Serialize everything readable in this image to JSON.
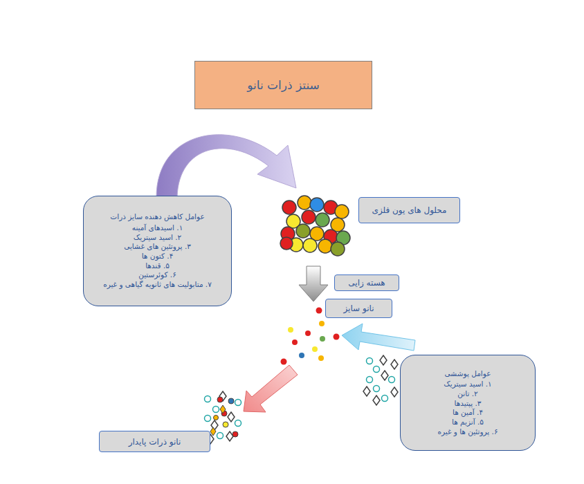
{
  "diagram": {
    "title": "سنتز ذرات نانو",
    "nodes": [
      {
        "text": [
          "سنتز ذرات نانو"
        ]
      },
      {
        "text": [
          "عوامل کاهش دهنده سایز ذرات",
          "۱. اسیدهای آمینه",
          "۲. اسید سیتریک",
          "۳. پروتئین های غشایی",
          "۴. کتون ها",
          "۵. قندها",
          "۶. کوئرستین",
          "۷. متابولیت های ثانویه گیاهی و غیره"
        ]
      },
      {
        "text": [
          "محلول های یون فلزی"
        ]
      },
      {
        "text": [
          "هسته زایی"
        ]
      },
      {
        "text": [
          "نانو سایز"
        ]
      },
      {
        "text": [
          "عوامل پوششی",
          "۱. اسید سیتریک",
          "۲. تانن",
          "۳. پپتیدها",
          "۴. آمین ها",
          "۵. آنزیم ها",
          "۶. پروتئین ها و غیره"
        ]
      },
      {
        "text": [
          "نانو ذرات پایدار"
        ]
      }
    ]
  }
}
